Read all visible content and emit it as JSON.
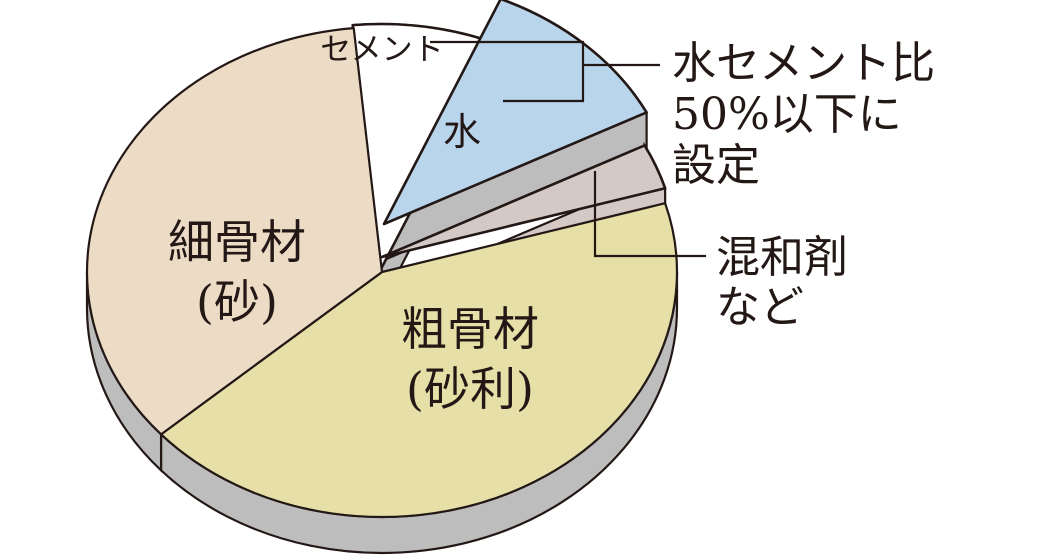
{
  "chart_data": {
    "type": "pie",
    "style": "3d-exploded",
    "slices": [
      {
        "key": "cement",
        "label": "セメント",
        "value": 8,
        "color": "#ffffff"
      },
      {
        "key": "water",
        "label": "水",
        "value": 11,
        "color": "#b9d5ec"
      },
      {
        "key": "admixture",
        "label": "",
        "value": 3,
        "color": "#d4c9c5"
      },
      {
        "key": "coarse",
        "label": [
          "粗骨材",
          "(砂利)"
        ],
        "value": 43,
        "color": "#e6e0a8"
      },
      {
        "key": "fine",
        "label": [
          "細骨材",
          "(砂)"
        ],
        "value": 35,
        "color": "#ecdcc6"
      }
    ],
    "annotations": [
      {
        "target": [
          "cement",
          "water"
        ],
        "lines": [
          "水セメント比",
          "50%以下に",
          "設定"
        ]
      },
      {
        "target": [
          "admixture"
        ],
        "lines": [
          "混和剤",
          "など"
        ]
      }
    ],
    "side_color": "#bdbdbd",
    "outline_color": "#231815"
  }
}
